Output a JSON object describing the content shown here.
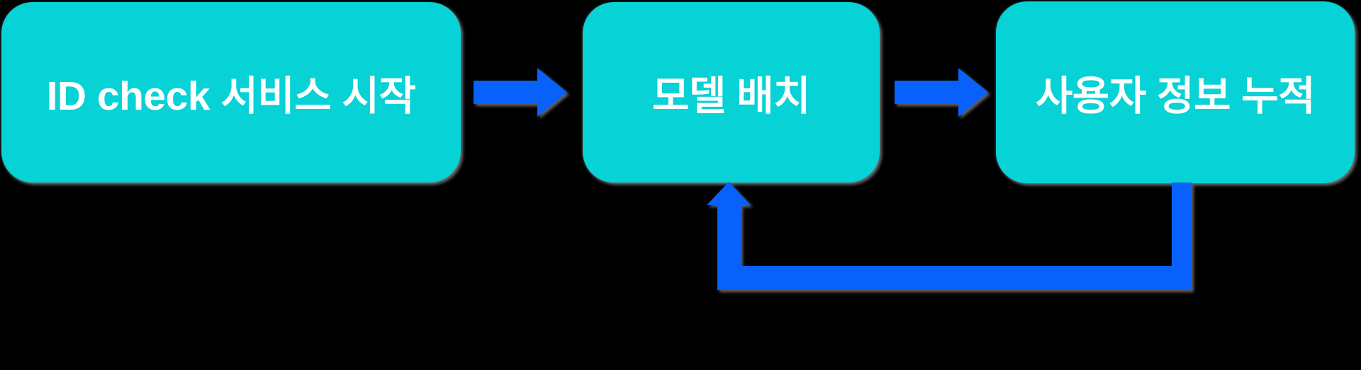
{
  "canvas": {
    "background": "#000000"
  },
  "colors": {
    "node_fill": "#07D2D6",
    "arrow_fill": "#0761FA",
    "node_text": "#FFFFFF",
    "shadow_gray": "#7A7A7A"
  },
  "diagram": {
    "type": "flowchart",
    "direction": "left-to-right",
    "nodes": [
      {
        "id": "service-start",
        "label": "ID check 서비스 시작"
      },
      {
        "id": "model-deploy",
        "label": "모델 배치"
      },
      {
        "id": "user-info-accumulate",
        "label": "사용자 정보 누적"
      }
    ],
    "edges": [
      {
        "from": "service-start",
        "to": "model-deploy",
        "style": "straight-right-arrow"
      },
      {
        "from": "model-deploy",
        "to": "user-info-accumulate",
        "style": "straight-right-arrow"
      },
      {
        "from": "user-info-accumulate",
        "to": "model-deploy",
        "style": "feedback-loop-bottom-up-arrow"
      }
    ]
  }
}
